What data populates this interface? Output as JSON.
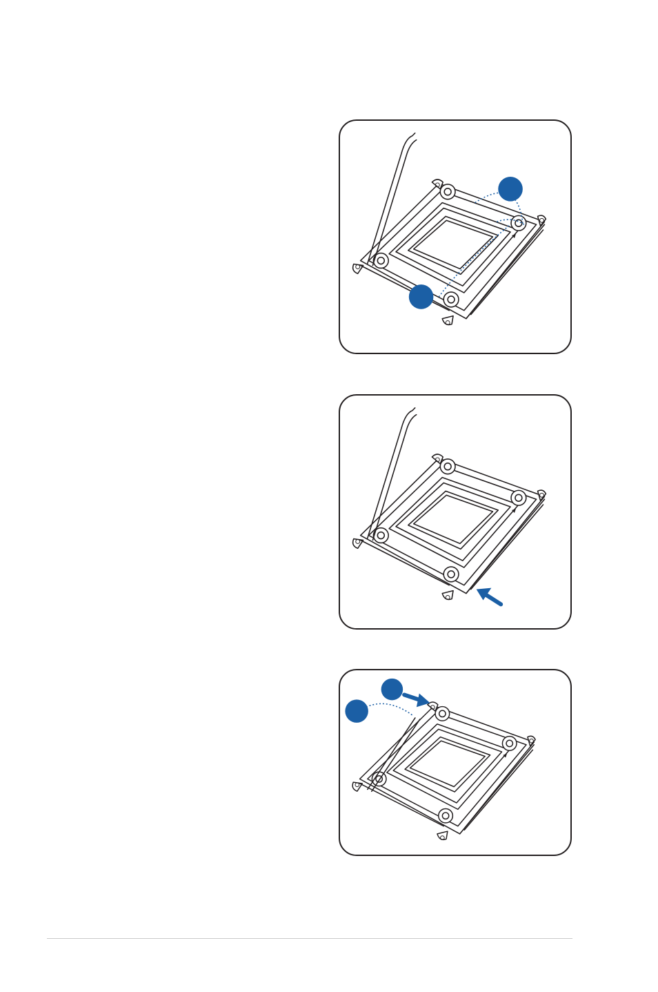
{
  "colors": {
    "accent": "#1b5fa5",
    "ink": "#231f20",
    "rule": "#c9c9c9"
  },
  "figures": [
    {
      "name": "open-load-plate",
      "markers": 2
    },
    {
      "name": "press-load-lever",
      "markers": 0
    },
    {
      "name": "close-load-lever",
      "markers": 2
    }
  ]
}
